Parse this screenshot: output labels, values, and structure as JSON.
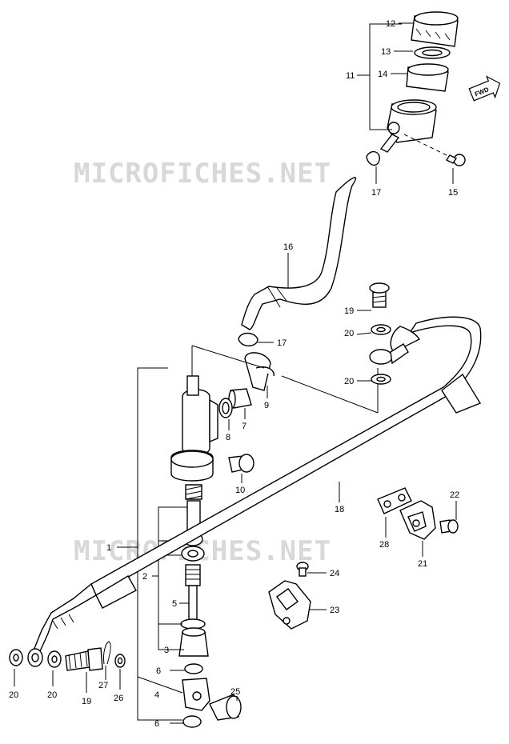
{
  "watermarks": [
    "MICROFICHES.NET",
    "MICROFICHES.NET"
  ],
  "fwd_label": "FWD",
  "callouts": [
    "1",
    "2",
    "3",
    "4",
    "5",
    "6",
    "6",
    "7",
    "8",
    "9",
    "10",
    "11",
    "12",
    "13",
    "14",
    "15",
    "16",
    "17",
    "17",
    "18",
    "19",
    "19",
    "20",
    "20",
    "20",
    "20",
    "21",
    "22",
    "23",
    "24",
    "25",
    "26",
    "27",
    "28"
  ]
}
